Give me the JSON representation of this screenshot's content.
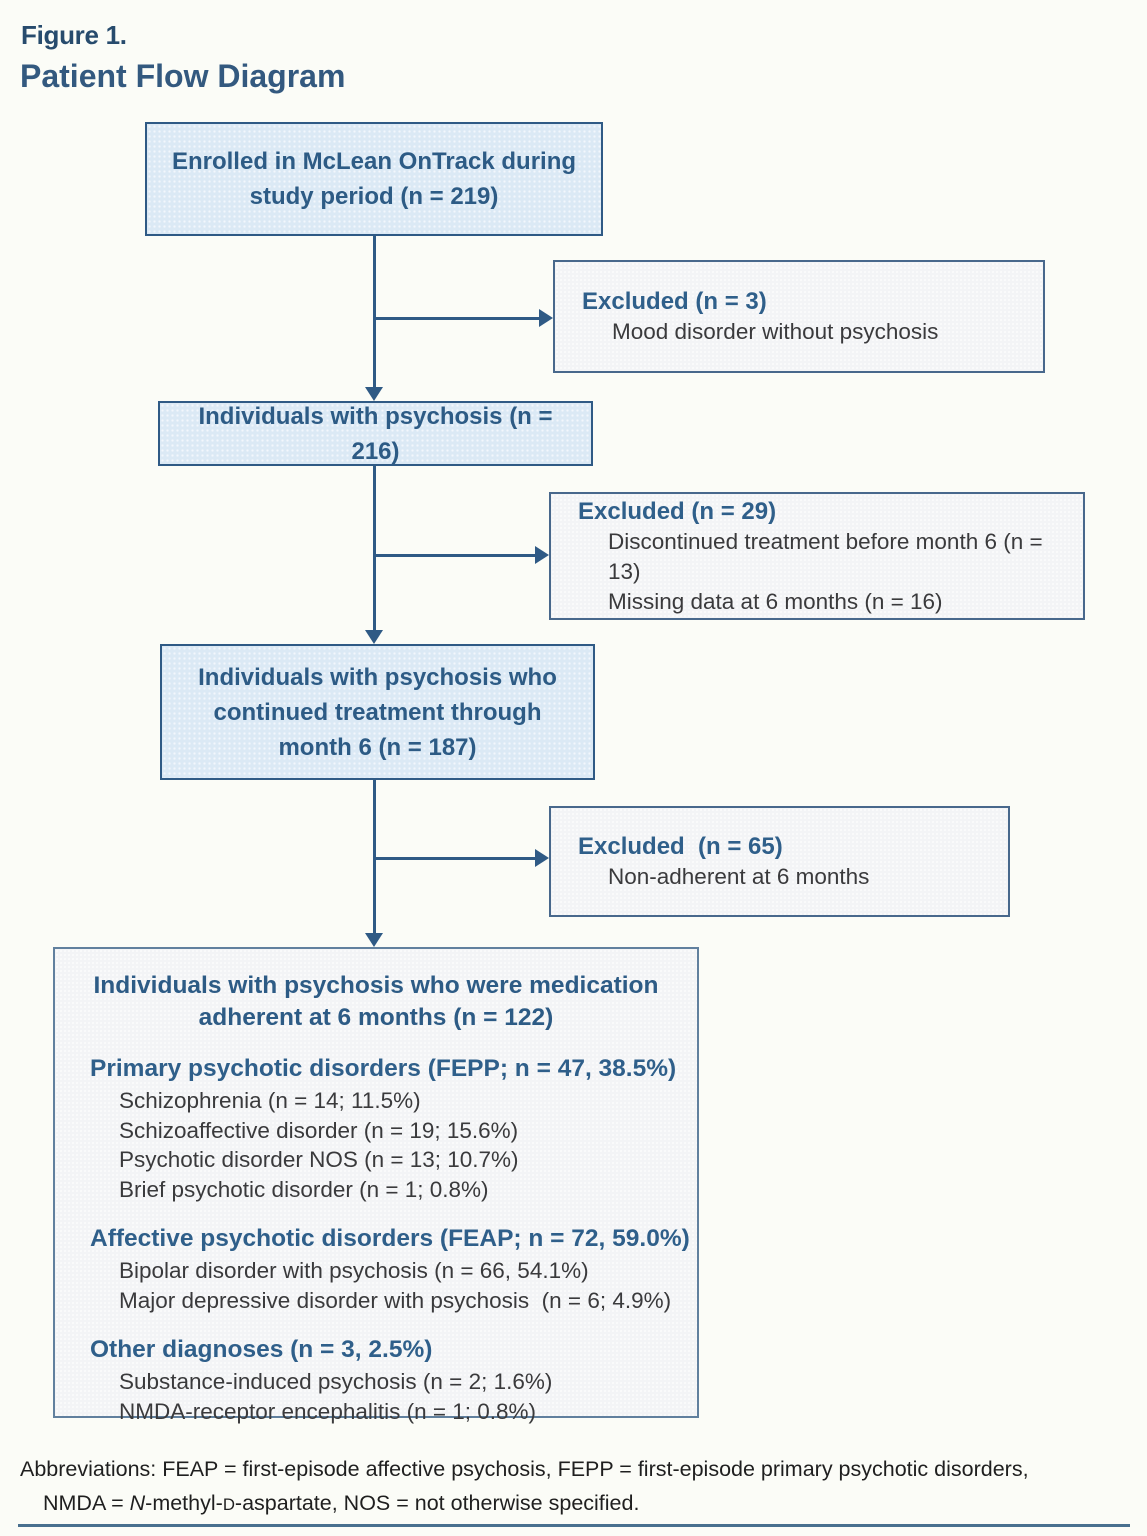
{
  "figure": {
    "label": "Figure 1.",
    "title": "Patient Flow Diagram"
  },
  "flow_boxes": [
    {
      "text": "Enrolled in McLean OnTrack during study period (n = 219)"
    },
    {
      "text": "Individuals with psychosis (n = 216)"
    },
    {
      "text": "Individuals with psychosis who continued treatment through month 6 (n = 187)"
    }
  ],
  "excluded_boxes": [
    {
      "title": "Excluded (n = 3)",
      "items": [
        "Mood disorder without psychosis"
      ]
    },
    {
      "title": "Excluded (n = 29)",
      "items": [
        "Discontinued treatment before month 6 (n = 13)",
        "Missing data at 6 months (n = 16)"
      ]
    },
    {
      "title": "Excluded  (n = 65)",
      "items": [
        "Non-adherent at 6 months"
      ]
    }
  ],
  "final_box": {
    "title": "Individuals with psychosis who were medication adherent at 6 months (n = 122)",
    "groups": [
      {
        "header": "Primary psychotic disorders (FEPP; n = 47, 38.5%)",
        "items": [
          "Schizophrenia (n = 14; 11.5%)",
          "Schizoaffective disorder (n = 19; 15.6%)",
          "Psychotic disorder NOS (n = 13; 10.7%)",
          "Brief psychotic disorder (n = 1; 0.8%)"
        ]
      },
      {
        "header": "Affective psychotic disorders (FEAP; n = 72, 59.0%)",
        "items": [
          "Bipolar disorder with psychosis (n = 66, 54.1%)",
          "Major depressive disorder with psychosis  (n = 6; 4.9%)"
        ]
      },
      {
        "header": "Other diagnoses (n = 3, 2.5%)",
        "items": [
          "Substance-induced psychosis (n = 2; 1.6%)",
          "NMDA-receptor encephalitis (n = 1; 0.8%)"
        ]
      }
    ]
  },
  "footer": {
    "line1": "Abbreviations: FEAP = first-episode affective psychosis, FEPP = first-episode primary psychotic disorders,",
    "line2_pre": "NMDA = ",
    "line2_italic_n": "N",
    "line2_mid": "-methyl-",
    "line2_smallcap_d": "D",
    "line2_post": "-aspartate, NOS = not otherwise specified."
  },
  "colors": {
    "page_background": "#fbfcf7",
    "flow_box_fill": "#dbe9f5",
    "flow_box_border": "#2f5a85",
    "excluded_box_fill": "#f3f4f6",
    "excluded_box_border": "#48688c",
    "final_box_border": "#61809e",
    "heading_blue": "#33597f",
    "bold_text_blue": "#2d5b85",
    "body_text": "#3a3a3c",
    "connector": "#2f5a85",
    "bottom_rule": "#49708f"
  }
}
